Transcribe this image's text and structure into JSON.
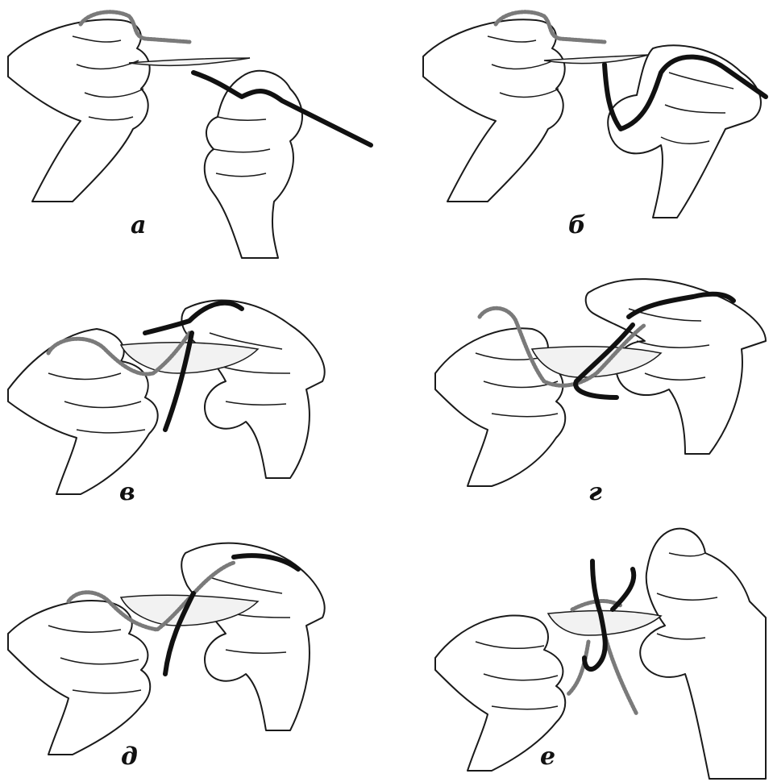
{
  "figure": {
    "panels": [
      {
        "id": "a",
        "label": "а"
      },
      {
        "id": "b",
        "label": "б"
      },
      {
        "id": "c",
        "label": "в"
      },
      {
        "id": "d",
        "label": "г"
      },
      {
        "id": "e",
        "label": "д"
      },
      {
        "id": "f",
        "label": "е"
      }
    ]
  },
  "colors": {
    "ink": "#1a1a1a",
    "dark_thread": "#111111",
    "light_thread": "#7a7a7a",
    "background": "#ffffff"
  }
}
